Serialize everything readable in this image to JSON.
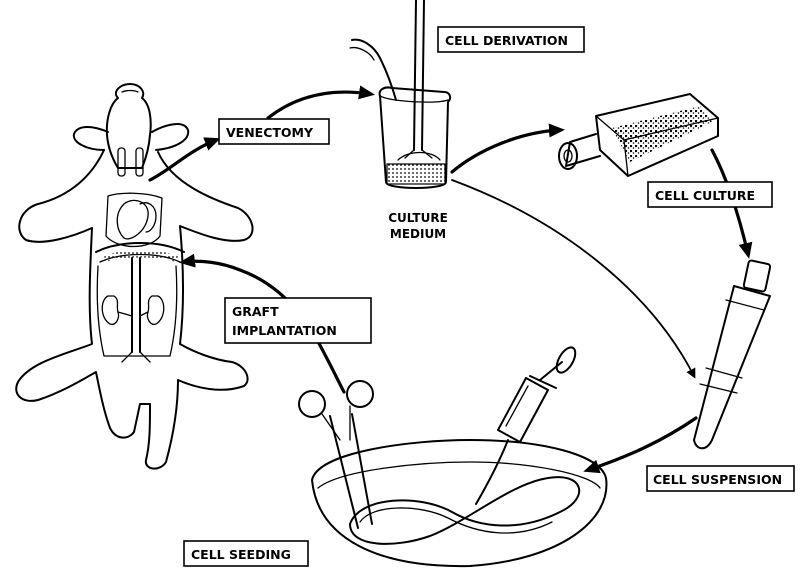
{
  "labels": {
    "venectomy": "VENECTOMY",
    "cell_derivation": "CELL DERIVATION",
    "culture_medium_line1": "CULTURE",
    "culture_medium_line2": "MEDIUM",
    "cell_culture": "CELL CULTURE",
    "cell_suspension": "CELL SUSPENSION",
    "graft_implantation_line1": "GRAFT",
    "graft_implantation_line2": "IMPLANTATION",
    "cell_seeding": "CELL SEEDING"
  },
  "colors": {
    "ink": "#000000",
    "background": "#ffffff"
  }
}
